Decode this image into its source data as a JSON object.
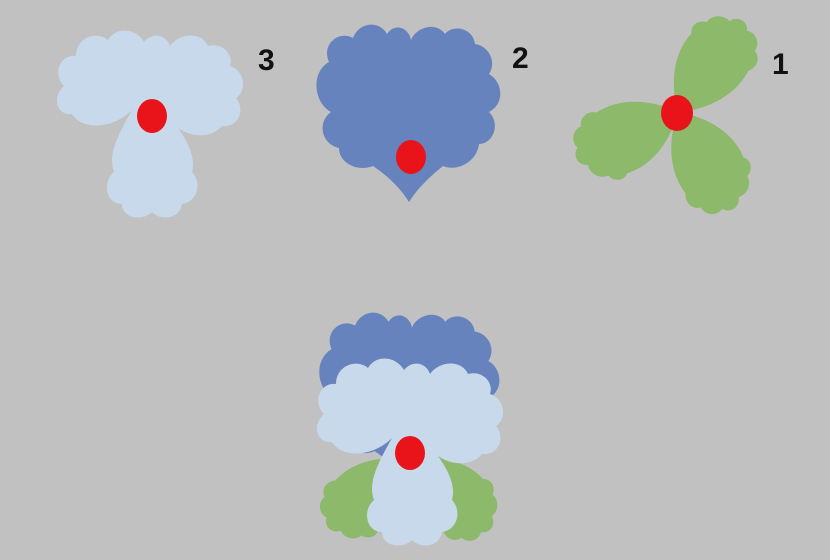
{
  "colors": {
    "background": "#c1c1c1",
    "leaf": "#8db96a",
    "back_petals": "#6783bd",
    "front_petals": "#c7d9ea",
    "center": "#e8141a",
    "label": "#111111"
  },
  "layers": [
    {
      "label": "3",
      "name": "front-petals"
    },
    {
      "label": "2",
      "name": "back-petals"
    },
    {
      "label": "1",
      "name": "leaves"
    }
  ],
  "assembled": {
    "name": "assembled-flower"
  }
}
